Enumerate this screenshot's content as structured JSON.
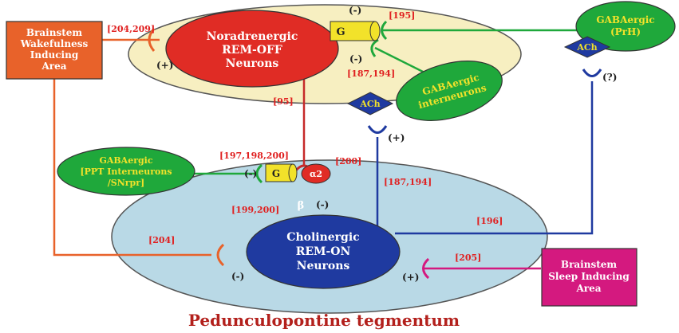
{
  "colors": {
    "cream": "#f7efc1",
    "lightblue": "#b9d9e6",
    "red": "#e02c25",
    "green": "#1fa83b",
    "navy": "#1f3aa0",
    "orange": "#e8622a",
    "magenta": "#d4197f",
    "yellow": "#f2e22a",
    "ref": "#e02020",
    "title": "#b3201c"
  },
  "nodes": {
    "brainstem_wake": [
      "Brainstem",
      "Wakefulness",
      "Inducing",
      "Area"
    ],
    "noradrenergic": [
      "Noradrenergic",
      "REM-OFF",
      "Neurons"
    ],
    "gaba_prh": [
      "GABAergic",
      "(PrH)"
    ],
    "gaba_inter": [
      "GABAergic",
      "interneurons"
    ],
    "gaba_ppt": [
      "GABAergic",
      "[PPT Interneurons",
      "/SNrpr]"
    ],
    "cholinergic": [
      "Cholinergic",
      "REM-ON",
      "Neurons"
    ],
    "brainstem_sleep": [
      "Brainstem",
      "Sleep Inducing",
      "Area"
    ]
  },
  "receptors": {
    "g_top": "G",
    "g_mid": "G",
    "alpha2": "α2",
    "ach_upper": "ACh",
    "ach_left": "ACh",
    "beta": "β"
  },
  "refs": {
    "r204_209": "[204,209]",
    "r195": "[195]",
    "r187_194_top": "[187,194]",
    "r95": "[95]",
    "r197_200": "[197,198,200]",
    "r200": "[200]",
    "r187_194_mid": "[187,194]",
    "r199_200": "[199,200]",
    "r196": "[196]",
    "r204": "[204]",
    "r205": "[205]"
  },
  "signs": {
    "plus_wake": "(+)",
    "minus_top_g": "(-)",
    "minus_inter": "(-)",
    "q_prh": "(?)",
    "plus_ach": "(+)",
    "minus_ppt": "(-)",
    "minus_alpha": "(-)",
    "minus_chol": "(-)",
    "plus_sleep": "(+)"
  },
  "title": "Pedunculopontine tegmentum"
}
